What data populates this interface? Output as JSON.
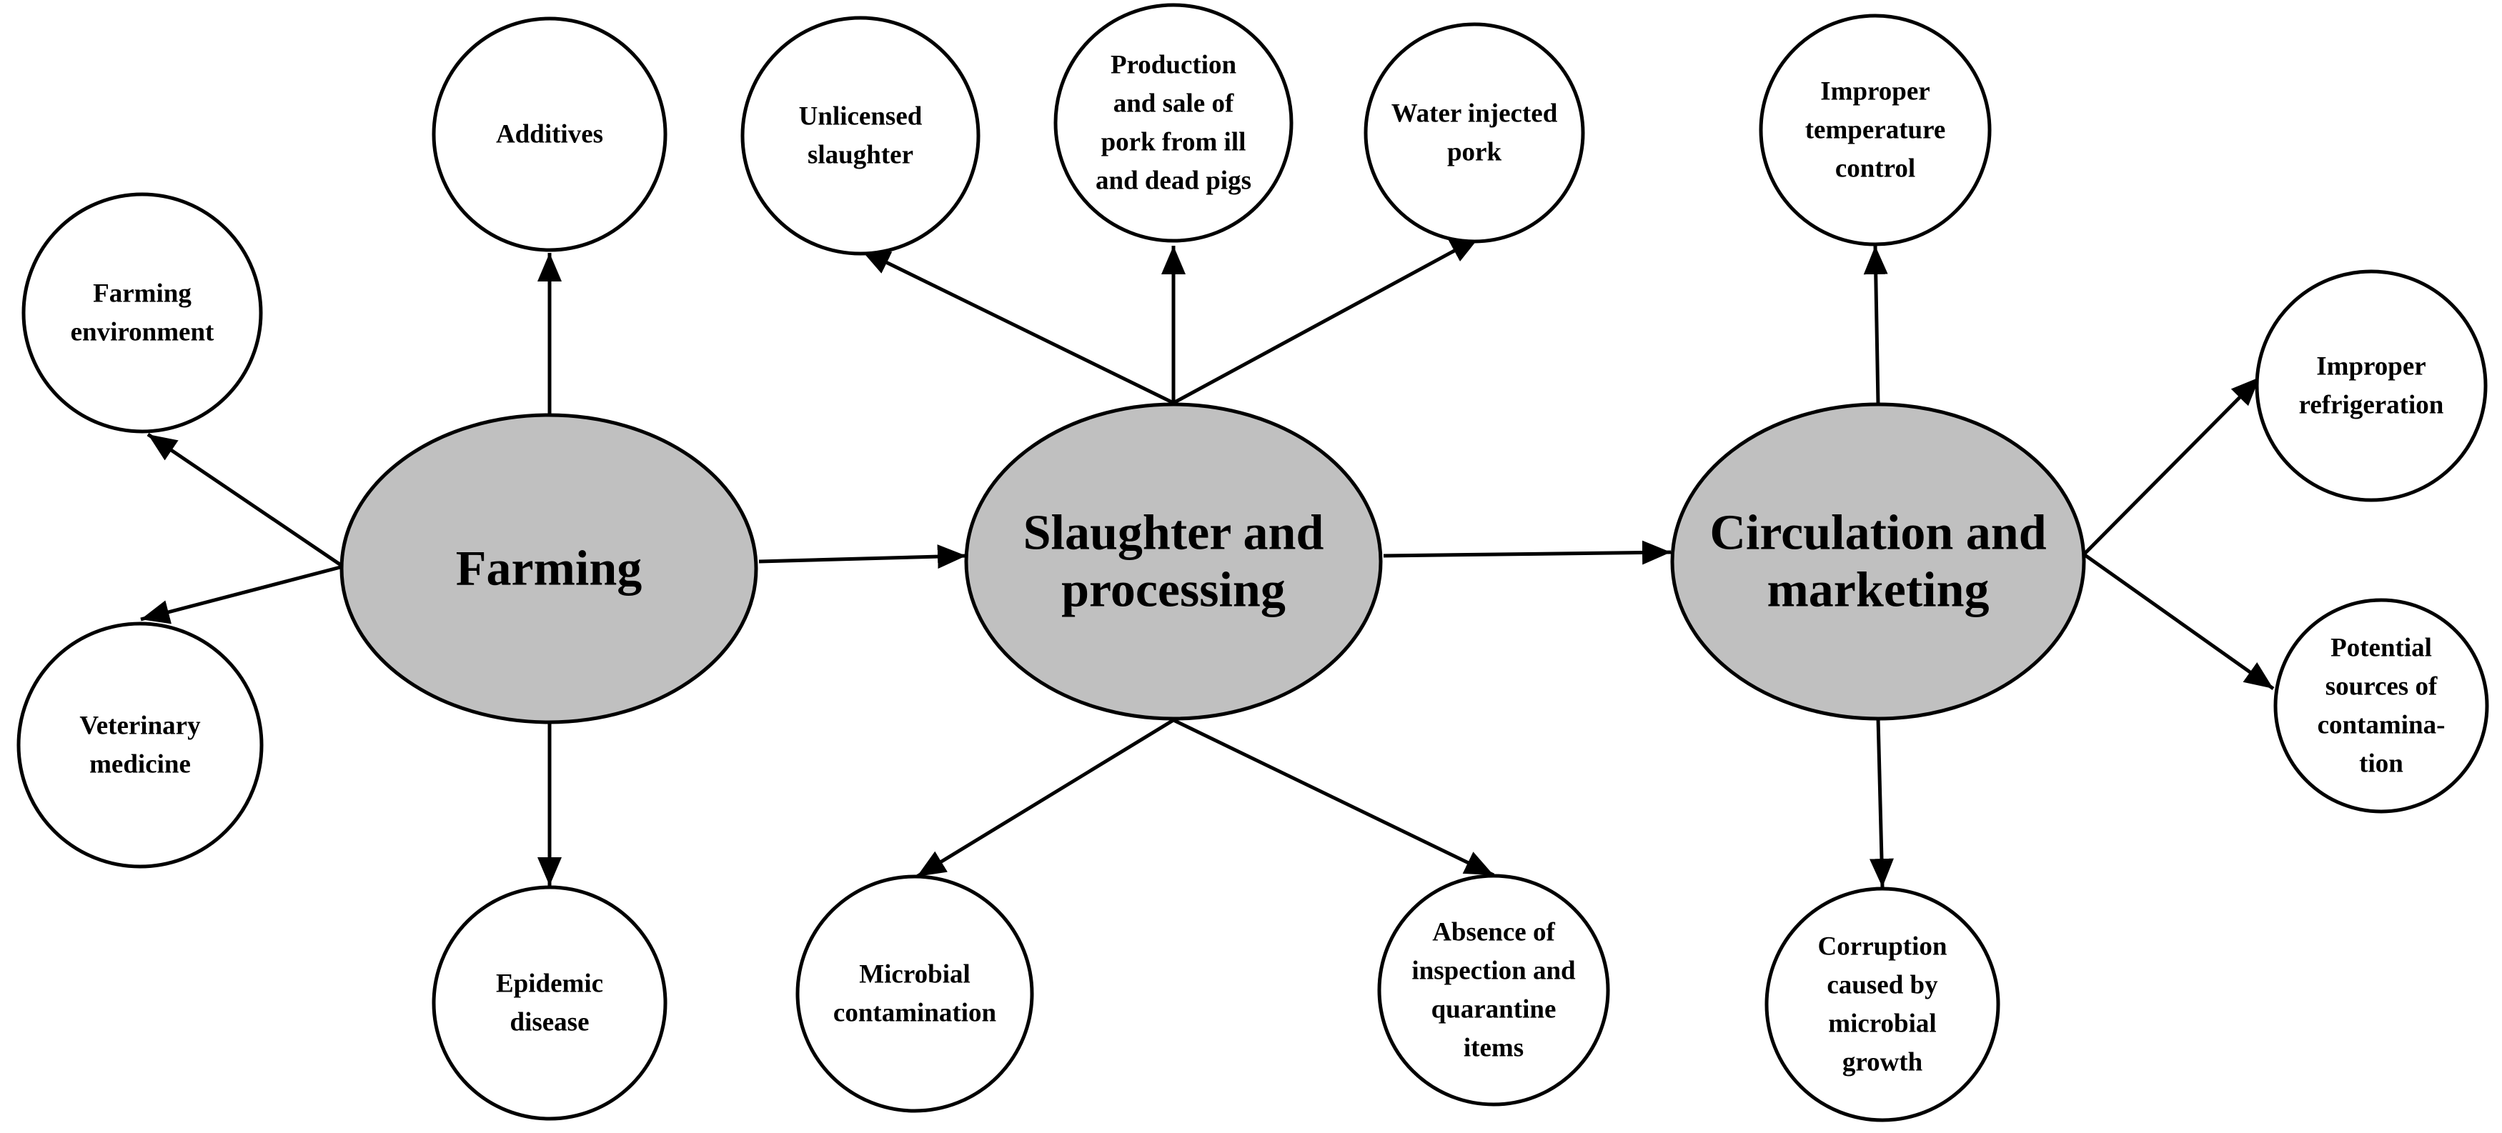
{
  "stages": [
    {
      "id": "farming",
      "lines": [
        "Farming"
      ]
    },
    {
      "id": "slaughter",
      "lines": [
        "Slaughter and",
        "processing"
      ]
    },
    {
      "id": "circulation",
      "lines": [
        "Circulation and",
        "marketing"
      ]
    }
  ],
  "factors": [
    {
      "id": "additives",
      "lines": [
        "Additives"
      ]
    },
    {
      "id": "farming-environment",
      "lines": [
        "Farming",
        "environment"
      ]
    },
    {
      "id": "veterinary-medicine",
      "lines": [
        "Veterinary",
        "medicine"
      ]
    },
    {
      "id": "epidemic-disease",
      "lines": [
        "Epidemic",
        "disease"
      ]
    },
    {
      "id": "unlicensed-slaughter",
      "lines": [
        "Unlicensed",
        "slaughter"
      ]
    },
    {
      "id": "ill-dead-pigs",
      "lines": [
        "Production",
        "and sale of",
        "pork from ill",
        "and dead pigs"
      ]
    },
    {
      "id": "water-injected-pork",
      "lines": [
        "Water injected",
        "pork"
      ]
    },
    {
      "id": "microbial-contamination",
      "lines": [
        "Microbial",
        "contamination"
      ]
    },
    {
      "id": "absence-of-inspection",
      "lines": [
        "Absence of",
        "inspection and",
        "quarantine",
        "items"
      ]
    },
    {
      "id": "improper-temperature-control",
      "lines": [
        "Improper",
        "temperature",
        "control"
      ]
    },
    {
      "id": "improper-refrigeration",
      "lines": [
        "Improper",
        "refrigeration"
      ]
    },
    {
      "id": "potential-sources-of-contamination",
      "lines": [
        "Potential",
        "sources of",
        "contamina-",
        "tion"
      ]
    },
    {
      "id": "corruption-microbial-growth",
      "lines": [
        "Corruption",
        "caused by",
        "microbial",
        "growth"
      ]
    }
  ],
  "edges": [
    {
      "from": "farming",
      "to": "slaughter"
    },
    {
      "from": "slaughter",
      "to": "circulation"
    },
    {
      "from": "farming",
      "to": "additives"
    },
    {
      "from": "farming",
      "to": "farming-environment"
    },
    {
      "from": "farming",
      "to": "veterinary-medicine"
    },
    {
      "from": "farming",
      "to": "epidemic-disease"
    },
    {
      "from": "slaughter",
      "to": "unlicensed-slaughter"
    },
    {
      "from": "slaughter",
      "to": "ill-dead-pigs"
    },
    {
      "from": "slaughter",
      "to": "water-injected-pork"
    },
    {
      "from": "slaughter",
      "to": "microbial-contamination"
    },
    {
      "from": "slaughter",
      "to": "absence-of-inspection"
    },
    {
      "from": "circulation",
      "to": "improper-temperature-control"
    },
    {
      "from": "circulation",
      "to": "improper-refrigeration"
    },
    {
      "from": "circulation",
      "to": "potential-sources-of-contamination"
    },
    {
      "from": "circulation",
      "to": "corruption-microbial-growth"
    }
  ]
}
